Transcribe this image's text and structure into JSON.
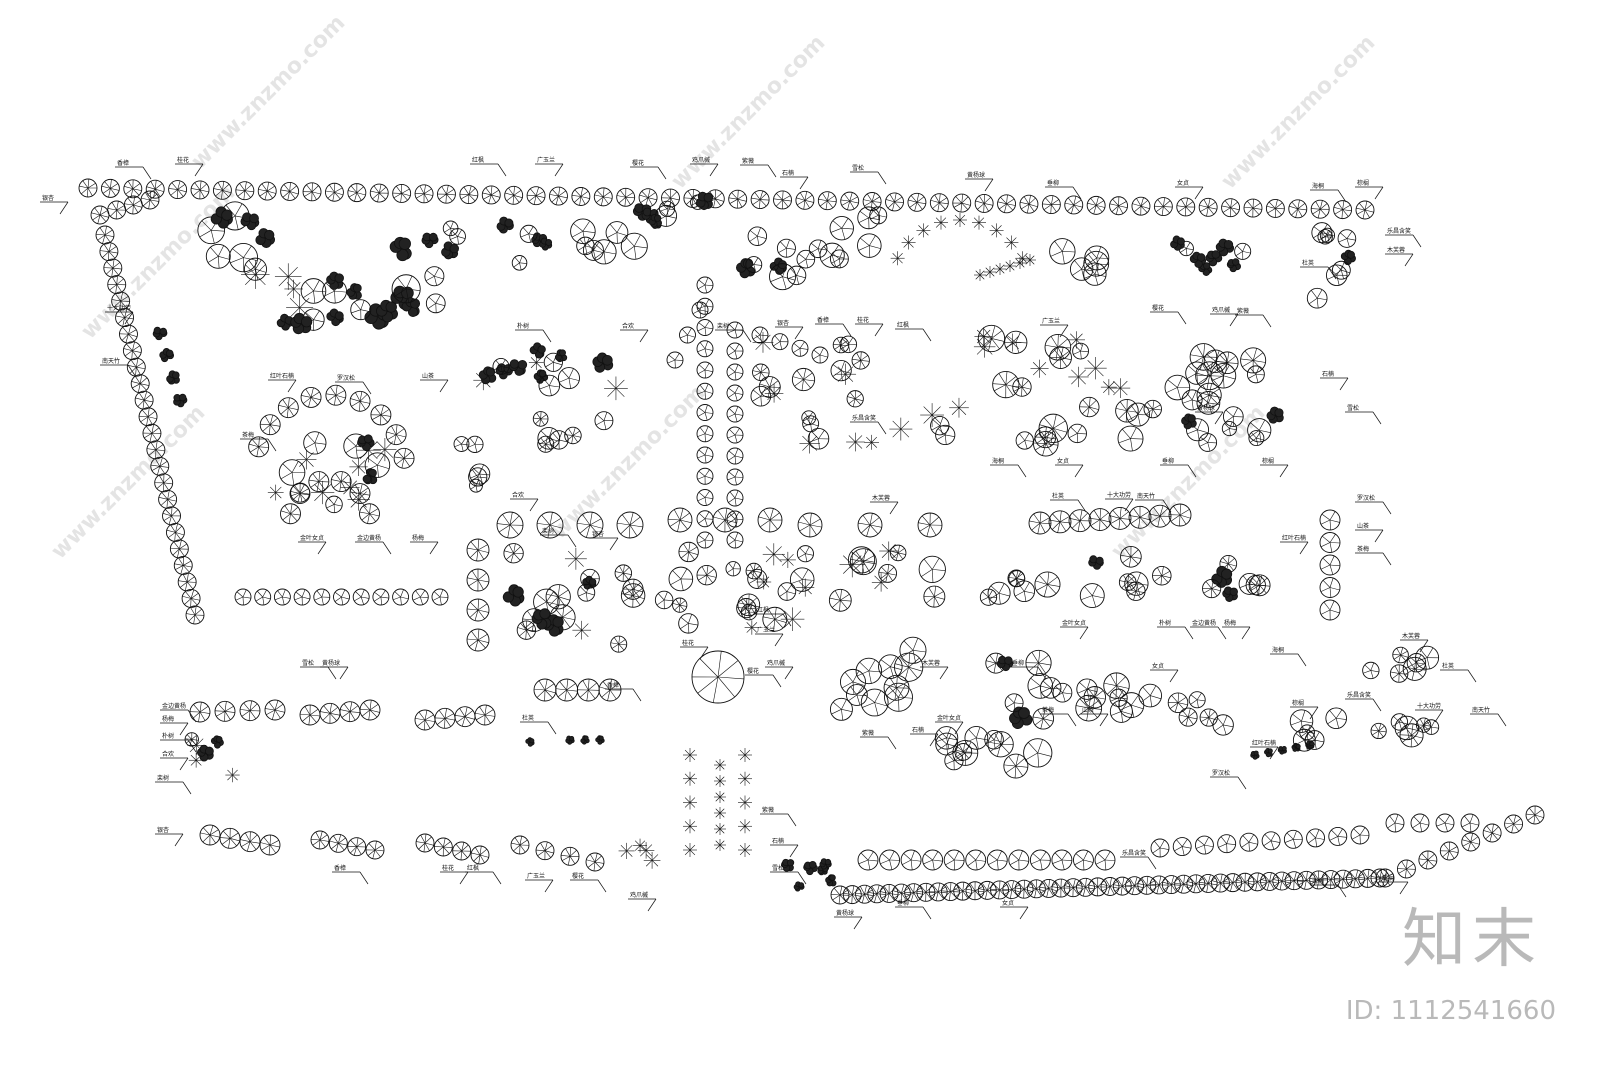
{
  "brand": {
    "logo_text": "知末",
    "image_id": "ID: 1112541660"
  },
  "watermarks": [
    "www.znzmo.com",
    "www.znzmo.com",
    "www.znzmo.com",
    "www.znzmo.com",
    "www.znzmo.com",
    "www.znzmo.com",
    "www.znzmo.com"
  ],
  "plant_labels": [
    "银杏",
    "香樟",
    "桂花",
    "红枫",
    "广玉兰",
    "樱花",
    "鸡爪槭",
    "紫薇",
    "石楠",
    "雪松",
    "黄杨球",
    "垂柳",
    "女贞",
    "海桐",
    "棕榈",
    "乐昌含笑",
    "木芙蓉",
    "杜英",
    "十大功劳",
    "南天竹",
    "红叶石楠",
    "罗汉松",
    "山茶",
    "茶梅",
    "金叶女贞",
    "金边黄杨",
    "杨梅",
    "朴树",
    "合欢",
    "栾树"
  ]
}
